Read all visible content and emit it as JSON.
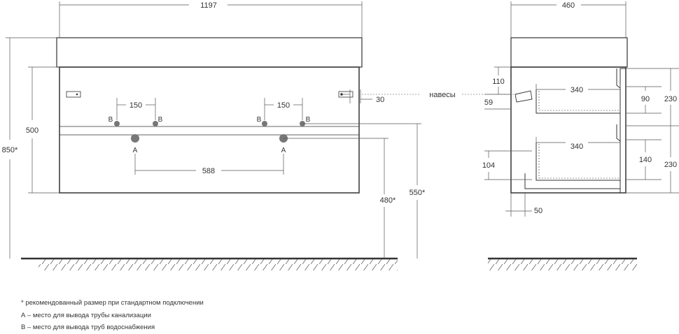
{
  "front": {
    "width": "1197",
    "height_total": "850*",
    "height_cabinet": "500",
    "mount_height_480": "480*",
    "mount_height_550": "550*",
    "hinge_offset": "30",
    "spacing_b_left": "150",
    "spacing_b_right": "150",
    "spacing_a": "588",
    "label_a": "A",
    "label_b": "B"
  },
  "side": {
    "depth": "460",
    "d110": "110",
    "d59": "59",
    "d340_top": "340",
    "d340_bottom": "340",
    "d104": "104",
    "d50": "50",
    "d90": "90",
    "d140": "140",
    "d230_top": "230",
    "d230_bottom": "230"
  },
  "callout_hinges": "навесы",
  "notes": [
    "* рекомендованный размер при стандартном подключении",
    "А – место для вывода трубы канализации",
    "В – место для вывода труб водоснабжения"
  ],
  "colors": {
    "line": "#333333",
    "dim_line": "#555555",
    "pipe": "#777777"
  }
}
